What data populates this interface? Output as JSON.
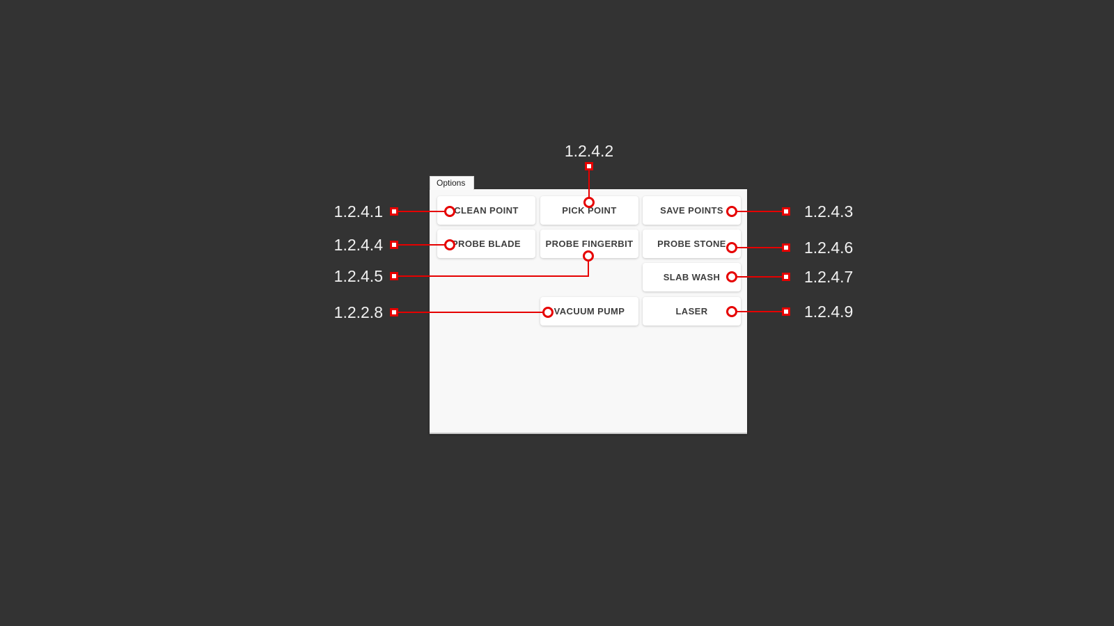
{
  "colors": {
    "background": "#333333",
    "panel_background": "#f8f8f8",
    "button_background": "#ffffff",
    "button_text": "#3e3e3e",
    "callout_red": "#e60000",
    "callout_label_text": "#f1f1f1"
  },
  "panel": {
    "tab_label": "Options",
    "buttons": [
      "CLEAN POINT",
      "PICK POINT",
      "SAVE POINTS",
      "PROBE BLADE",
      "PROBE FINGERBIT",
      "PROBE STONE",
      "SLAB WASH",
      "VACUUM PUMP",
      "LASER"
    ]
  },
  "callouts": {
    "top": [
      {
        "label": "1.2.4.2",
        "target_button": "PICK POINT"
      }
    ],
    "left": [
      {
        "label": "1.2.4.1",
        "target_button": "CLEAN POINT"
      },
      {
        "label": "1.2.4.4",
        "target_button": "PROBE BLADE"
      },
      {
        "label": "1.2.4.5",
        "target_button": "PROBE FINGERBIT"
      },
      {
        "label": "1.2.2.8",
        "target_button": "VACUUM PUMP"
      }
    ],
    "right": [
      {
        "label": "1.2.4.3",
        "target_button": "SAVE POINTS"
      },
      {
        "label": "1.2.4.6",
        "target_button": "PROBE STONE"
      },
      {
        "label": "1.2.4.7",
        "target_button": "SLAB WASH"
      },
      {
        "label": "1.2.4.9",
        "target_button": "LASER"
      }
    ]
  }
}
